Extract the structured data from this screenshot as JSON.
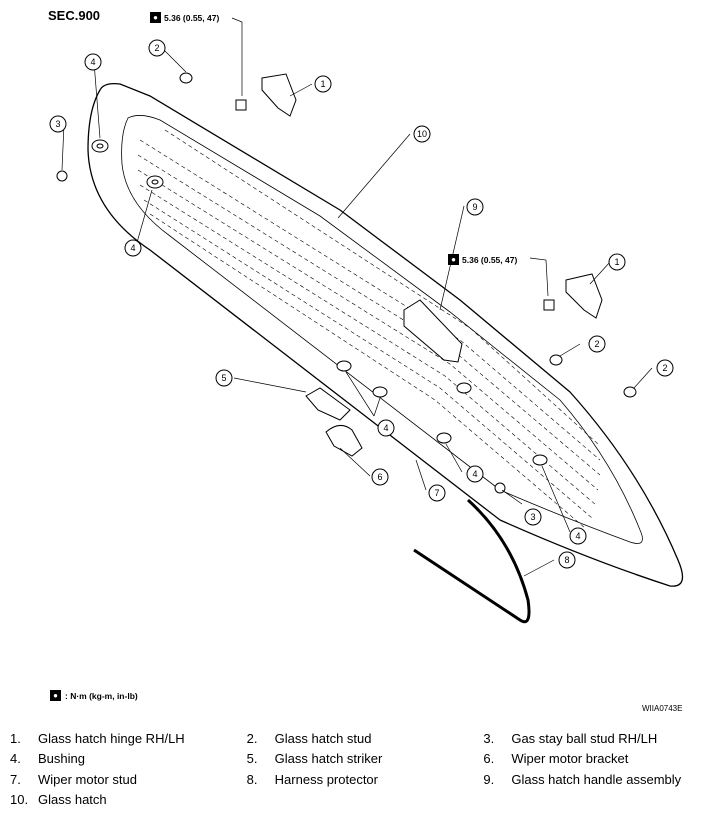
{
  "section_label": "SEC.900",
  "torque_spec": "5.36 (0.55, 47)",
  "torque_unit_note": ": N·m (kg-m, in-lb)",
  "figure_id": "WIIA0743E",
  "callouts": [
    {
      "n": "1"
    },
    {
      "n": "1"
    },
    {
      "n": "2"
    },
    {
      "n": "2"
    },
    {
      "n": "2"
    },
    {
      "n": "3"
    },
    {
      "n": "3"
    },
    {
      "n": "4"
    },
    {
      "n": "4"
    },
    {
      "n": "4"
    },
    {
      "n": "4"
    },
    {
      "n": "4"
    },
    {
      "n": "5"
    },
    {
      "n": "6"
    },
    {
      "n": "7"
    },
    {
      "n": "8"
    },
    {
      "n": "9"
    },
    {
      "n": "10"
    }
  ],
  "parts": [
    [
      {
        "num": "1.",
        "name": "Glass hatch hinge RH/LH"
      },
      {
        "num": "2.",
        "name": "Glass hatch stud"
      },
      {
        "num": "3.",
        "name": "Gas stay ball stud RH/LH"
      }
    ],
    [
      {
        "num": "4.",
        "name": "Bushing"
      },
      {
        "num": "5.",
        "name": "Glass hatch striker"
      },
      {
        "num": "6.",
        "name": "Wiper motor bracket"
      }
    ],
    [
      {
        "num": "7.",
        "name": "Wiper motor stud"
      },
      {
        "num": "8.",
        "name": "Harness protector"
      },
      {
        "num": "9.",
        "name": "Glass hatch handle assembly"
      }
    ],
    [
      {
        "num": "10.",
        "name": "Glass hatch"
      }
    ]
  ]
}
